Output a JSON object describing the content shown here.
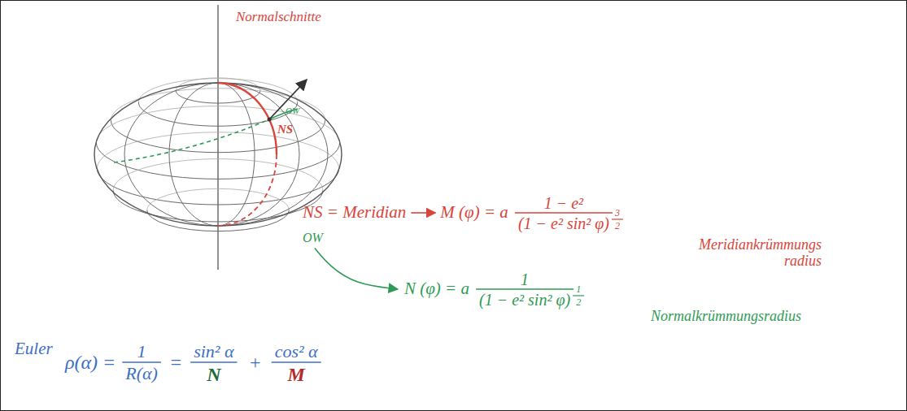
{
  "diagram": {
    "labels": [
      "Normalschnitte",
      "OW",
      "NS",
      "NS = Meridian",
      "M (φ) = a",
      "1 − e²",
      "(1 − e² sin² φ)",
      "3",
      "2",
      "Meridiankrümmungs radius",
      "OW",
      "N (φ) = a",
      "1",
      "(1 − e² sin² φ)",
      "1",
      "2",
      "Normalkrümmungsradius",
      "Euler",
      "ρ(α) =",
      "1",
      "R(α)",
      "=",
      "sin² α",
      "N",
      "+",
      "cos² α",
      "M"
    ]
  }
}
